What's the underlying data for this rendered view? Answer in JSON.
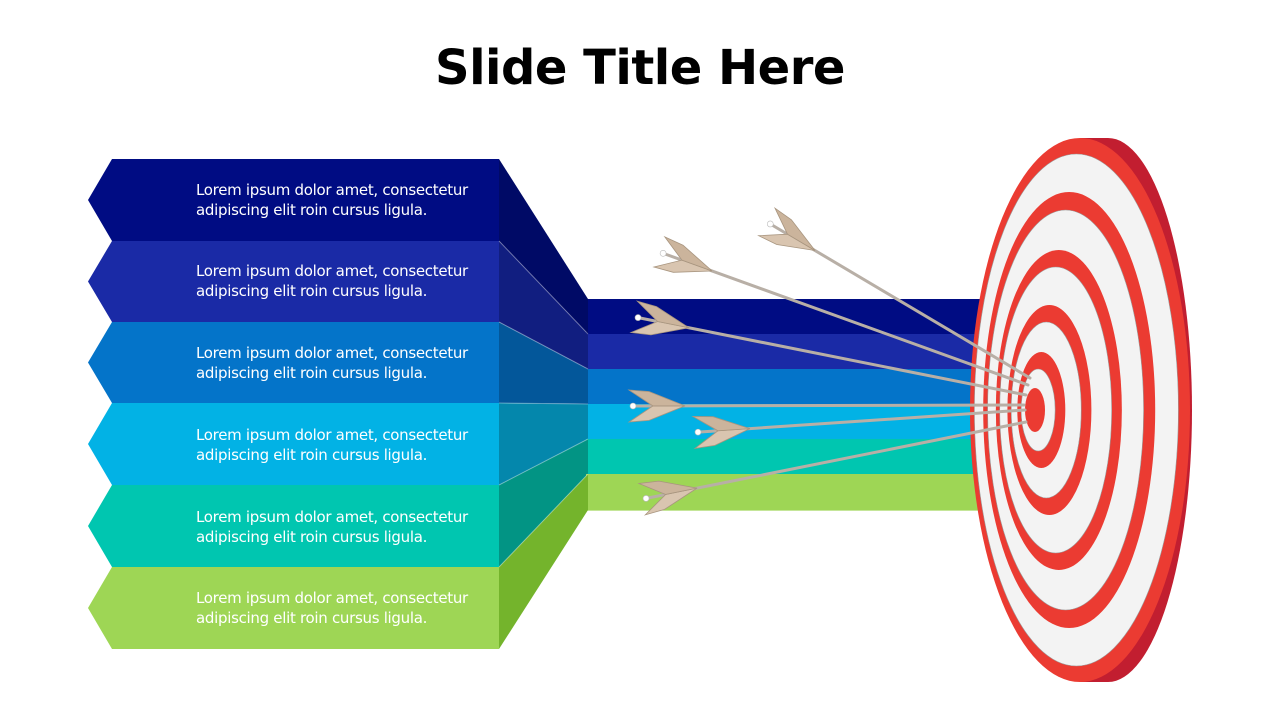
{
  "slide": {
    "title": "Slide Title Here"
  },
  "bands": [
    {
      "text_line1": "Lorem ipsum dolor amet, consectetur",
      "text_line2": "adipiscing elit roin cursus ligula.",
      "color": "#000C83",
      "side_color": "#000A66"
    },
    {
      "text_line1": "Lorem ipsum dolor amet, consectetur",
      "text_line2": "adipiscing elit roin cursus ligula.",
      "color": "#1A2AA6",
      "side_color": "#111E80"
    },
    {
      "text_line1": "Lorem ipsum dolor amet, consectetur",
      "text_line2": "adipiscing elit roin cursus ligula.",
      "color": "#0474C9",
      "side_color": "#03579A"
    },
    {
      "text_line1": "Lorem ipsum dolor amet, consectetur",
      "text_line2": "adipiscing elit roin cursus ligula.",
      "color": "#02B2E5",
      "side_color": "#0487AC"
    },
    {
      "text_line1": "Lorem ipsum dolor amet, consectetur",
      "text_line2": "adipiscing elit roin cursus ligula.",
      "color": "#00C6B0",
      "side_color": "#029484"
    },
    {
      "text_line1": "Lorem ipsum dolor amet, consectetur",
      "text_line2": "adipiscing elit roin cursus ligula.",
      "color": "#9ED655",
      "side_color": "#74B42C"
    }
  ],
  "target": {
    "red": "#EB3B32",
    "dark_red": "#C21E30",
    "white": "#F3F3F3"
  },
  "arrows": {
    "shaft_color": "#B8AFA6",
    "fletch_color": "#D9C5B0",
    "count": 6
  }
}
